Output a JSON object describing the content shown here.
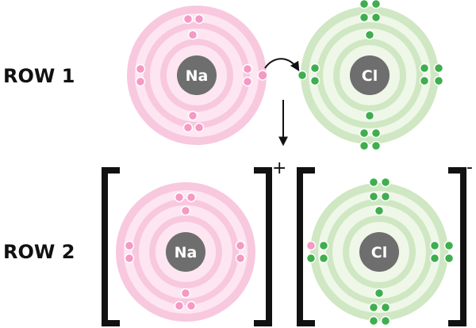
{
  "rows": [
    {
      "label": "ROW 1"
    },
    {
      "label": "ROW 2"
    }
  ],
  "atoms": {
    "na_row1": {
      "symbol": "Na",
      "element": "sodium",
      "shell_electrons": [
        2,
        8,
        1
      ]
    },
    "cl_row1": {
      "symbol": "Cl",
      "element": "chlorine",
      "shell_electrons": [
        2,
        8,
        7
      ]
    },
    "na_row2": {
      "symbol": "Na",
      "element": "sodium",
      "shell_electrons": [
        2,
        8
      ],
      "charge": "+"
    },
    "cl_row2": {
      "symbol": "Cl",
      "element": "chlorine",
      "shell_electrons": [
        2,
        8,
        8
      ],
      "charge": "-"
    }
  },
  "colors": {
    "sodium_shell": "#f8c8df",
    "sodium_fill": "#fde6f1",
    "sodium_electron": "#f49ac4",
    "chlorine_shell": "#cfe7c2",
    "chlorine_fill": "#eef7e8",
    "chlorine_electron": "#3fae4f",
    "nucleus": "#6e6e6e",
    "arrow": "#111111"
  },
  "arrows": [
    "electron-transfer-arrow",
    "down-arrow"
  ]
}
